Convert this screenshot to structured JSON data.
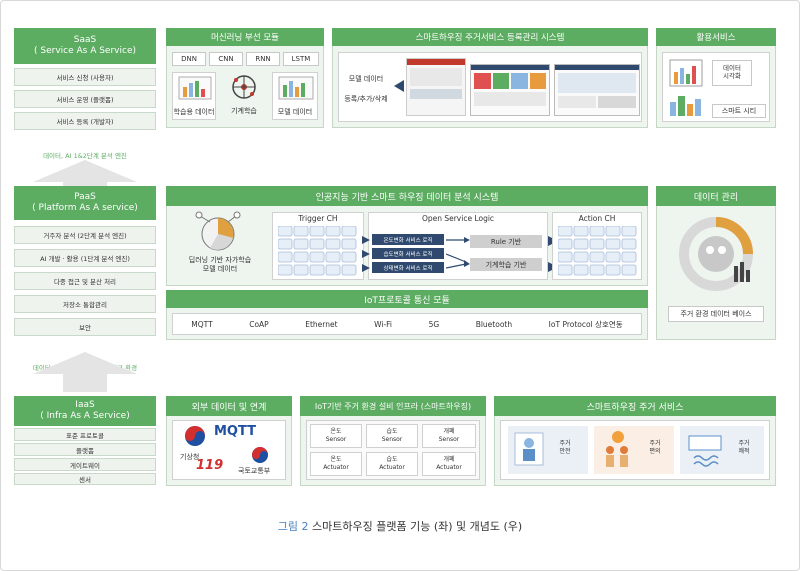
{
  "saas": {
    "title": "SaaS",
    "subtitle": "( Service As A Service)",
    "items": [
      "서비스 신청 (사용자)",
      "서비스 운영 (플랫폼)",
      "서비스 등록 (개발자)"
    ]
  },
  "note1": "데이터, AI 1&2단계 분석 엔진",
  "paas": {
    "title": "PaaS",
    "subtitle": "( Platform As A service)",
    "items": [
      "거주자 분석 (2단계 분석 엔진)",
      "AI 개발 · 활용 (1단계 분석 엔진)",
      "다중 접근 및 분산 처리",
      "저장소 통합관리",
      "보안"
    ]
  },
  "note2": "데이터, 저장 분석 지원, 네트워크 환경",
  "iaas": {
    "title": "IaaS",
    "subtitle": "( Infra As A Service)",
    "items": [
      "표준 프로토콜",
      "플랫폼",
      "게이트웨이",
      "센서"
    ]
  },
  "ml": {
    "title": "머신러닝 부선 모듈",
    "algorithms": [
      "DNN",
      "CNN",
      "RNN",
      "LSTM"
    ],
    "labels": [
      "학습용 데이터",
      "기계학습",
      "모델 데이터"
    ]
  },
  "registry": {
    "title": "스마트하우징 주거서비스 등록관리 시스템",
    "model_data": "모델 데이터",
    "crud": "등록/추가/삭제"
  },
  "usage": {
    "title": "활용서비스",
    "visual": "데이터\n시각화",
    "city": "스마트 시티"
  },
  "analysis": {
    "title": "인공지능 기반 스마트 하우징 데이터 분석 시스템",
    "deep_label": "딥러닝 기반 자가학습\n모델 데이터",
    "trigger": "Trigger CH",
    "open": "Open Service Logic",
    "action": "Action CH",
    "logic_items": [
      "온도변화 서비스 로직",
      "습도변화 서비스 로직",
      "상태변화 서비스 로직"
    ],
    "rule": "Rule 기반",
    "ml_based": "기계학습 기반"
  },
  "datamgmt": {
    "title": "데이터 관리",
    "label": "주거 환경 데이터 베이스"
  },
  "iot": {
    "title": "IoT프로토콜 통신 모듈",
    "protocols": [
      "MQTT",
      "CoAP",
      "Ethernet",
      "Wi-Fi",
      "5G",
      "Bluetooth",
      "IoT Protocol 상호연동"
    ]
  },
  "external": {
    "title": "외부 데이터 및 연계",
    "mqtt": "MQTT",
    "kma": "기상청",
    "e119": "119",
    "molit": "국토교통부"
  },
  "infra": {
    "title": "IoT기반 주거 환경 설비 인프라 (스마트하우징)",
    "sensors": [
      {
        "name": "온도",
        "type": "Sensor"
      },
      {
        "name": "습도",
        "type": "Sensor"
      },
      {
        "name": "개폐",
        "type": "Sensor"
      },
      {
        "name": "온도",
        "type": "Actuator"
      },
      {
        "name": "습도",
        "type": "Actuator"
      },
      {
        "name": "개폐",
        "type": "Actuator"
      }
    ]
  },
  "services": {
    "title": "스마트하우징 주거 서비스",
    "items": [
      "주거\n안전",
      "주거\n편의",
      "주거\n쾌적"
    ]
  },
  "caption": {
    "prefix": "그림 2",
    "text": " 스마트하우징 플랫폼 기능 (좌) 및 개념도 (우)"
  },
  "colors": {
    "accent": "#5cac62",
    "navy": "#2f4a6e",
    "caption": "#4a7fc1"
  }
}
